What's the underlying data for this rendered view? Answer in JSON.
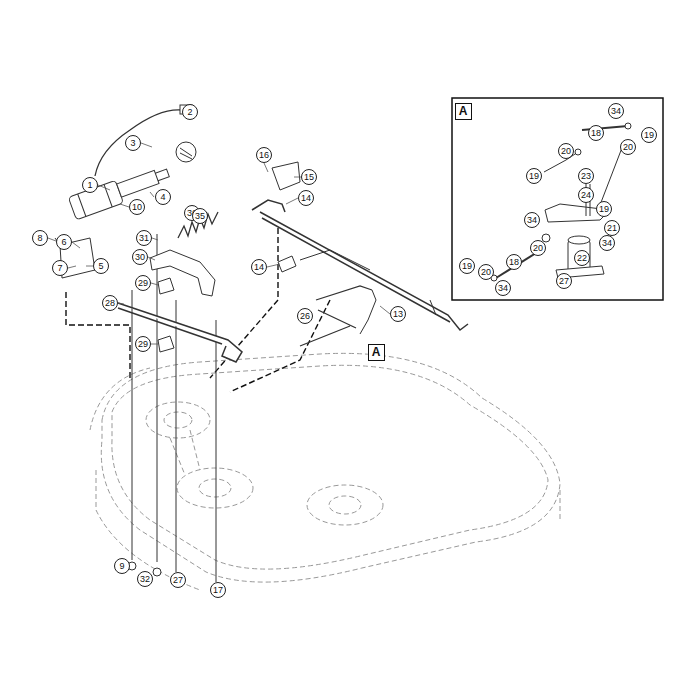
{
  "diagram": {
    "labels": [
      "1",
      "2",
      "3",
      "36",
      "4",
      "10",
      "8",
      "6",
      "7",
      "5",
      "16",
      "15",
      "14",
      "35",
      "31",
      "30",
      "14",
      "29",
      "28",
      "29",
      "26",
      "13",
      "A",
      "9",
      "32",
      "27",
      "17",
      "A",
      "34",
      "18",
      "19",
      "20",
      "20",
      "19",
      "23",
      "24",
      "19",
      "34",
      "21",
      "34",
      "20",
      "18",
      "22",
      "19",
      "20",
      "34",
      "27"
    ]
  }
}
